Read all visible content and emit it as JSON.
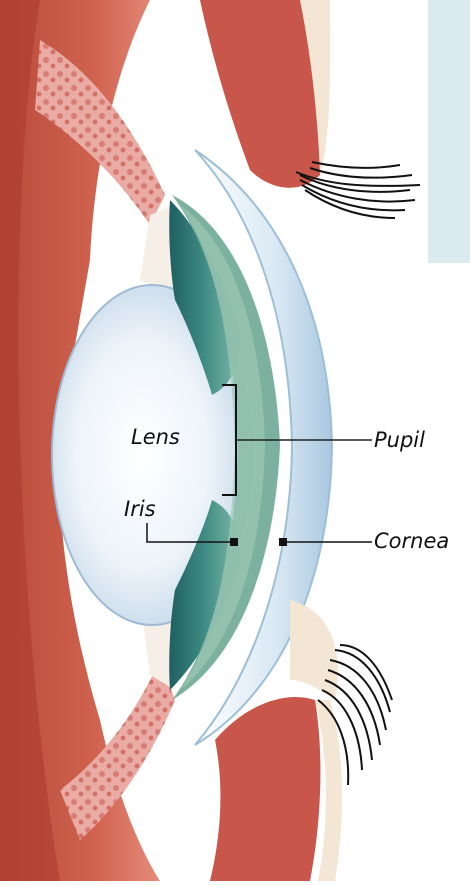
{
  "labels": {
    "lens": "Lens",
    "iris": "Iris",
    "pupil": "Pupil",
    "cornea": "Cornea"
  },
  "colors": {
    "sclera_red": "#cc5e4a",
    "pink_tissue": "#e9a7a0",
    "lens_blue": "#dfeaf5",
    "iris_teal": "#2f7c77",
    "cornea_blue": "#c5ddee",
    "side_box": "#dcebf0",
    "eyelid_red": "#c9564a",
    "skin": "#f3e6d4"
  }
}
